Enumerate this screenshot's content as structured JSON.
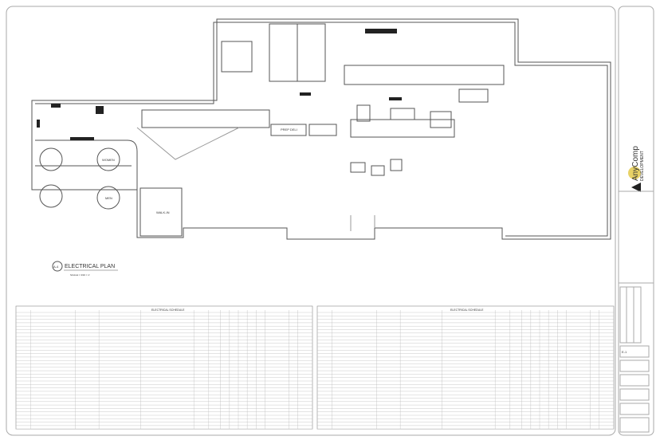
{
  "plan": {
    "title": "ELECTRICAL PLAN",
    "tag": "A-4",
    "scale": "SCALE = 3/16 = 1'",
    "rooms": {
      "women": "WOMEN",
      "men": "MEN",
      "prep": "PREP DELI",
      "walkin": "WALK-IN"
    }
  },
  "schedules": [
    {
      "title": "ELECTRICAL SCHEDULE",
      "rows": 34
    },
    {
      "title": "ELECTRICAL SCHEDULE",
      "rows": 34
    }
  ],
  "title_block": {
    "brand": "AnyComp",
    "brand_sub": "DEVELOPMENT",
    "sheet_number": "E-1"
  },
  "colors": {
    "line": "#555555",
    "fill": "#222222",
    "accent": "#d9b400"
  }
}
